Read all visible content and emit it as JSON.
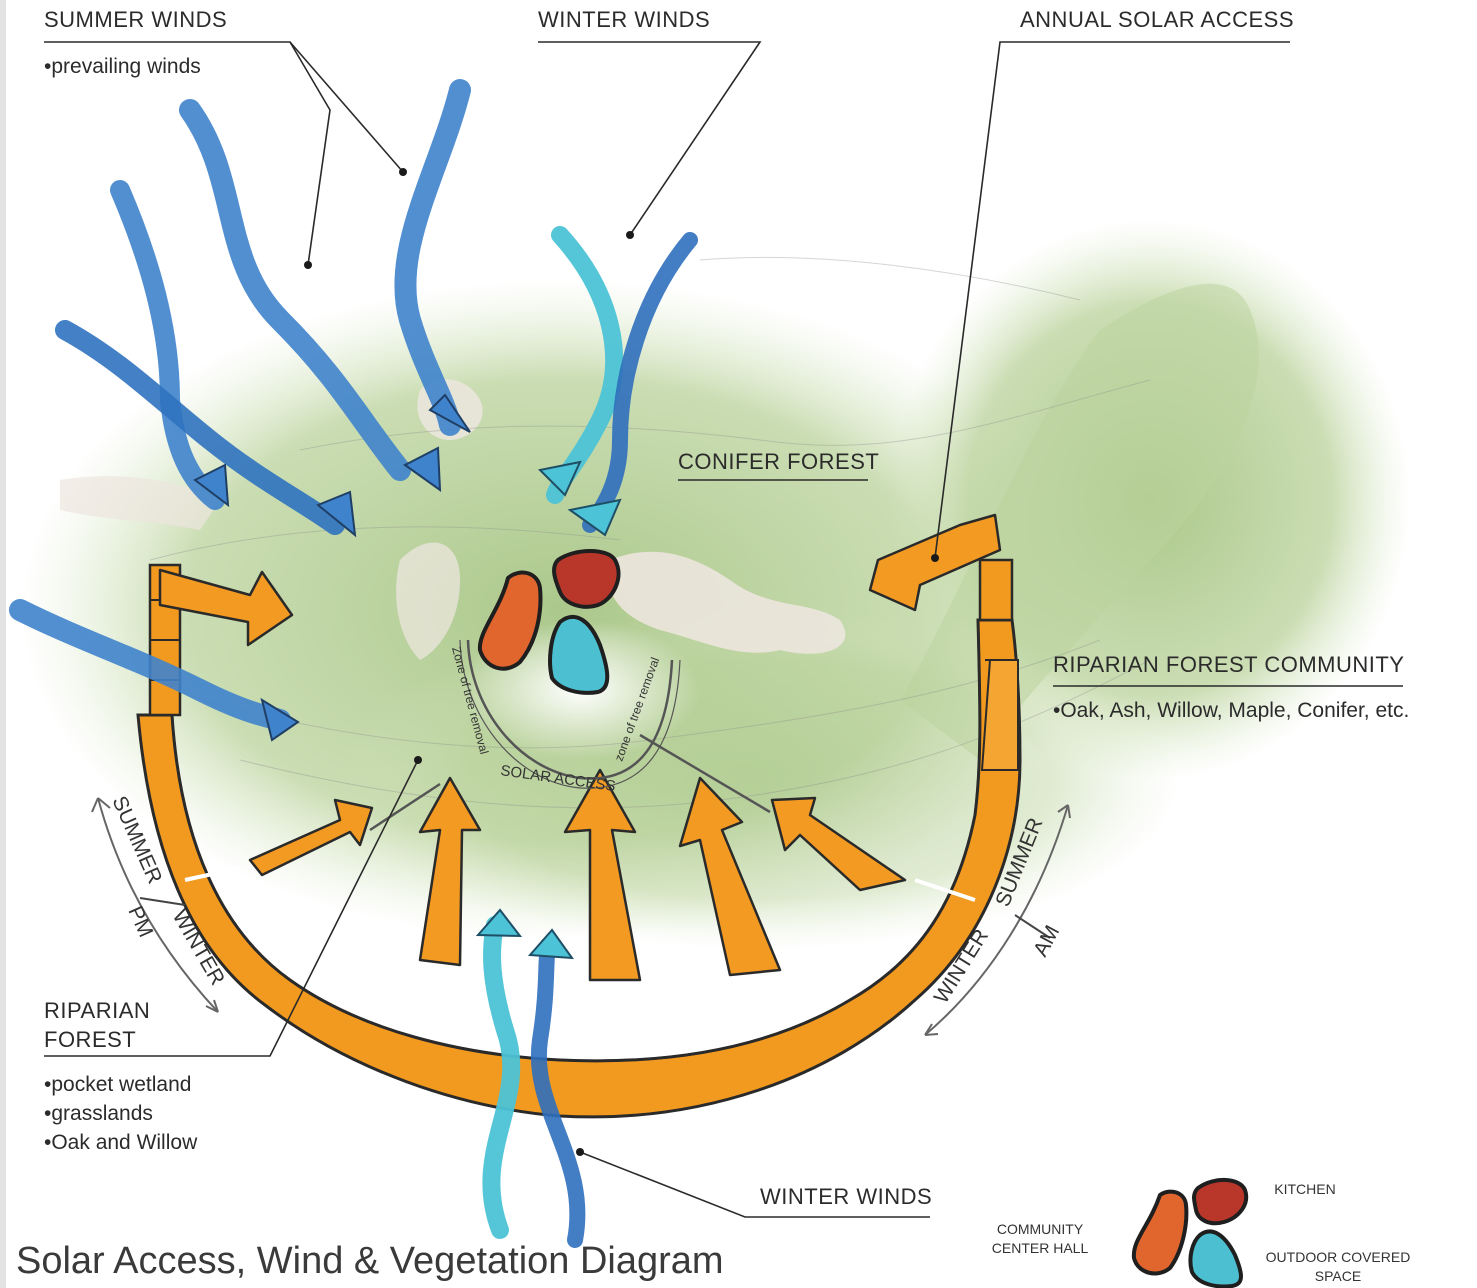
{
  "labels": {
    "summer_winds": "SUMMER WINDS",
    "summer_winds_note": "•prevailing winds",
    "winter_winds_top": "WINTER WINDS",
    "annual_solar_access": "ANNUAL SOLAR ACCESS",
    "conifer_forest": "CONIFER FOREST",
    "riparian_forest_community": "RIPARIAN FOREST COMMUNITY",
    "riparian_forest_community_note": "•Oak, Ash, Willow, Maple, Conifer, etc.",
    "riparian_forest_line1": "RIPARIAN",
    "riparian_forest_line2": "FOREST",
    "riparian_notes": [
      "•pocket wetland",
      "•grasslands",
      "•Oak and Willow"
    ],
    "winter_winds_bottom": "WINTER WINDS"
  },
  "diagram_text": {
    "zone_left": "Zone of tree removal",
    "zone_right": "zone of tree removal",
    "solar_access": "SOLAR ACCESS",
    "summer_left": "SUMMER",
    "pm": "PM",
    "winter_left": "WINTER",
    "summer_right": "SUMMER",
    "am": "AM",
    "winter_right": "WINTER"
  },
  "legend": {
    "community_center_hall": "COMMUNITY CENTER HALL",
    "kitchen": "KITCHEN",
    "outdoor_covered_space": "OUTDOOR COVERED SPACE"
  },
  "title": "Solar Access, Wind & Vegetation Diagram",
  "colors": {
    "summer_wind": "#3d7fc9",
    "winter_wind_light": "#4cc3d6",
    "winter_wind_dark": "#2f6fbd",
    "solar_orange": "#f0961e",
    "forest_green": "#9fbf7a",
    "kitchen": "#b8372a",
    "hall": "#e0662e",
    "outdoor": "#4cc0d0"
  }
}
